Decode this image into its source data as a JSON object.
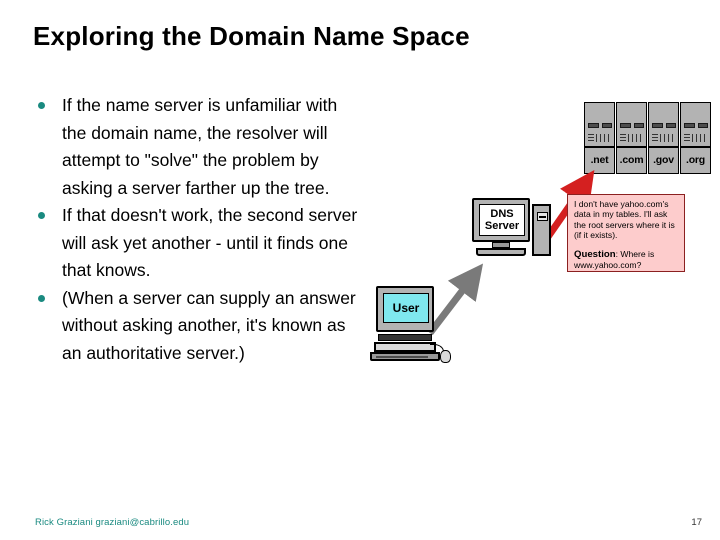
{
  "slide": {
    "title": "Exploring the Domain Name Space",
    "bullets": [
      "If the name server is unfamiliar with the domain name, the resolver will attempt to \"solve\" the problem by asking a server farther up the tree.",
      "If that doesn't work, the second server will ask yet another - until it finds one that knows.",
      "(When a server can supply an answer without asking another, it's known as an authoritative server.)"
    ],
    "bullet_color": "#1a8a80"
  },
  "diagram": {
    "root_servers": [
      {
        "label": ".net"
      },
      {
        "label": ".com"
      },
      {
        "label": ".gov"
      },
      {
        "label": ".org"
      }
    ],
    "dns_server": {
      "screen_line1": "DNS",
      "screen_line2": "Server"
    },
    "user": {
      "screen_label": "User"
    },
    "info_box": {
      "statement": "I don't have yahoo.com's data in my tables. I'll ask the root servers where it is (if it exists).",
      "question_label": "Question",
      "question_text": ": Where is www.yahoo.com?",
      "background": "#fdcccc",
      "border": "#8b2020"
    },
    "arrows": [
      {
        "name": "dns-to-root-arrow",
        "color": "#d42020"
      },
      {
        "name": "user-to-dns-arrow",
        "color": "#7a7a7a"
      }
    ]
  },
  "footer": {
    "credit": "Rick Graziani  graziani@cabrillo.edu",
    "page_number": "17",
    "credit_color": "#1a8a80"
  }
}
